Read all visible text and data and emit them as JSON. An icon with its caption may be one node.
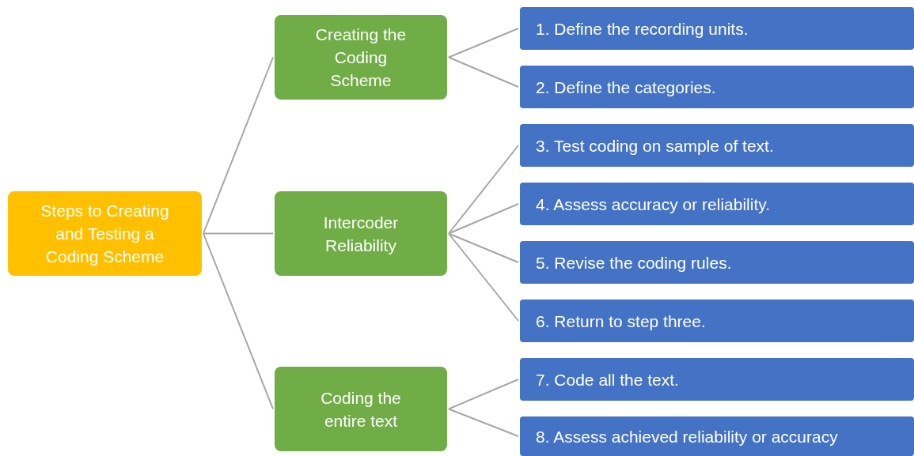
{
  "diagram": {
    "nodes": [
      {
        "text": [
          "Steps to Creating and Testing a Coding Scheme"
        ]
      },
      {
        "text": [
          "Creating the Coding Scheme"
        ]
      },
      {
        "text": [
          "Intercoder Reliability"
        ]
      },
      {
        "text": [
          "Coding the entire text"
        ]
      },
      {
        "text": [
          "1. Define the recording units."
        ]
      },
      {
        "text": [
          "2. Define the categories."
        ]
      },
      {
        "text": [
          "3. Test coding on sample of text."
        ]
      },
      {
        "text": [
          "4. Assess accuracy or reliability."
        ]
      },
      {
        "text": [
          "5. Revise the coding rules."
        ]
      },
      {
        "text": [
          "6. Return to step three."
        ]
      },
      {
        "text": [
          "7. Code all the text."
        ]
      },
      {
        "text": [
          "8. Assess achieved reliability or accuracy"
        ]
      }
    ],
    "edges": [
      {
        "from": 0,
        "to": 1,
        "arrow": "none"
      },
      {
        "from": 0,
        "to": 2,
        "arrow": "none"
      },
      {
        "from": 0,
        "to": 3,
        "arrow": "none"
      },
      {
        "from": 1,
        "to": 4,
        "arrow": "none"
      },
      {
        "from": 1,
        "to": 5,
        "arrow": "none"
      },
      {
        "from": 2,
        "to": 6,
        "arrow": "none"
      },
      {
        "from": 2,
        "to": 7,
        "arrow": "none"
      },
      {
        "from": 2,
        "to": 8,
        "arrow": "none"
      },
      {
        "from": 2,
        "to": 9,
        "arrow": "none"
      },
      {
        "from": 3,
        "to": 10,
        "arrow": "none"
      },
      {
        "from": 3,
        "to": 11,
        "arrow": "none"
      }
    ]
  }
}
